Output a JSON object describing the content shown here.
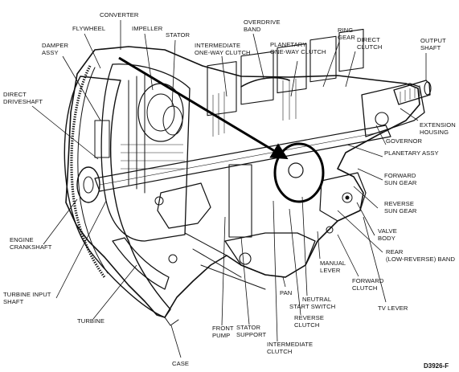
{
  "figure_code": "D3926-F",
  "labels": {
    "converter": "CONVERTER",
    "flywheel": "FLYWHEEL",
    "impeller": "IMPELLER",
    "stator": "STATOR",
    "damper_1": "DAMPER",
    "damper_2": "ASSY",
    "intermediate_owc_1": "INTERMEDIATE",
    "intermediate_owc_2": "ONE-WAY CLUTCH",
    "overdrive_band_1": "OVERDRIVE",
    "overdrive_band_2": "BAND",
    "planetary_owc_1": "PLANETARY",
    "planetary_owc_2": "ONE-WAY CLUTCH",
    "ring_gear_1": "RING",
    "ring_gear_2": "GEAR",
    "direct_clutch_1": "DIRECT",
    "direct_clutch_2": "CLUTCH",
    "output_shaft_1": "OUTPUT",
    "output_shaft_2": "SHAFT",
    "direct_driveshaft_1": "DIRECT",
    "direct_driveshaft_2": "DRIVESHAFT",
    "extension_housing_1": "EXTENSION",
    "extension_housing_2": "HOUSING",
    "governor": "GOVERNOR",
    "planetary_assy": "PLANETARY ASSY",
    "forward_sun_gear_1": "FORWARD",
    "forward_sun_gear_2": "SUN GEAR",
    "reverse_sun_gear_1": "REVERSE",
    "reverse_sun_gear_2": "SUN GEAR",
    "valve_body_1": "VALVE",
    "valve_body_2": "BODY",
    "engine_crankshaft_1": "ENGINE",
    "engine_crankshaft_2": "CRANKSHAFT",
    "rear_band_1": "REAR",
    "rear_band_2": "(LOW-REVERSE) BAND",
    "manual_lever_1": "MANUAL",
    "manual_lever_2": "LEVER",
    "forward_clutch_1": "FORWARD",
    "forward_clutch_2": "CLUTCH",
    "turbine_input_shaft_1": "TURBINE INPUT",
    "turbine_input_shaft_2": "SHAFT",
    "pan": "PAN",
    "tv_lever": "TV LEVER",
    "neutral_start_1": "NEUTRAL",
    "neutral_start_2": "START SWITCH",
    "reverse_clutch_1": "REVERSE",
    "reverse_clutch_2": "CLUTCH",
    "turbine": "TURBINE",
    "stator_support_1": "STATOR",
    "stator_support_2": "SUPPORT",
    "intermediate_clutch_1": "INTERMEDIATE",
    "intermediate_clutch_2": "CLUTCH",
    "front_pump_1": "FRONT",
    "front_pump_2": "PUMP",
    "case": "CASE"
  }
}
